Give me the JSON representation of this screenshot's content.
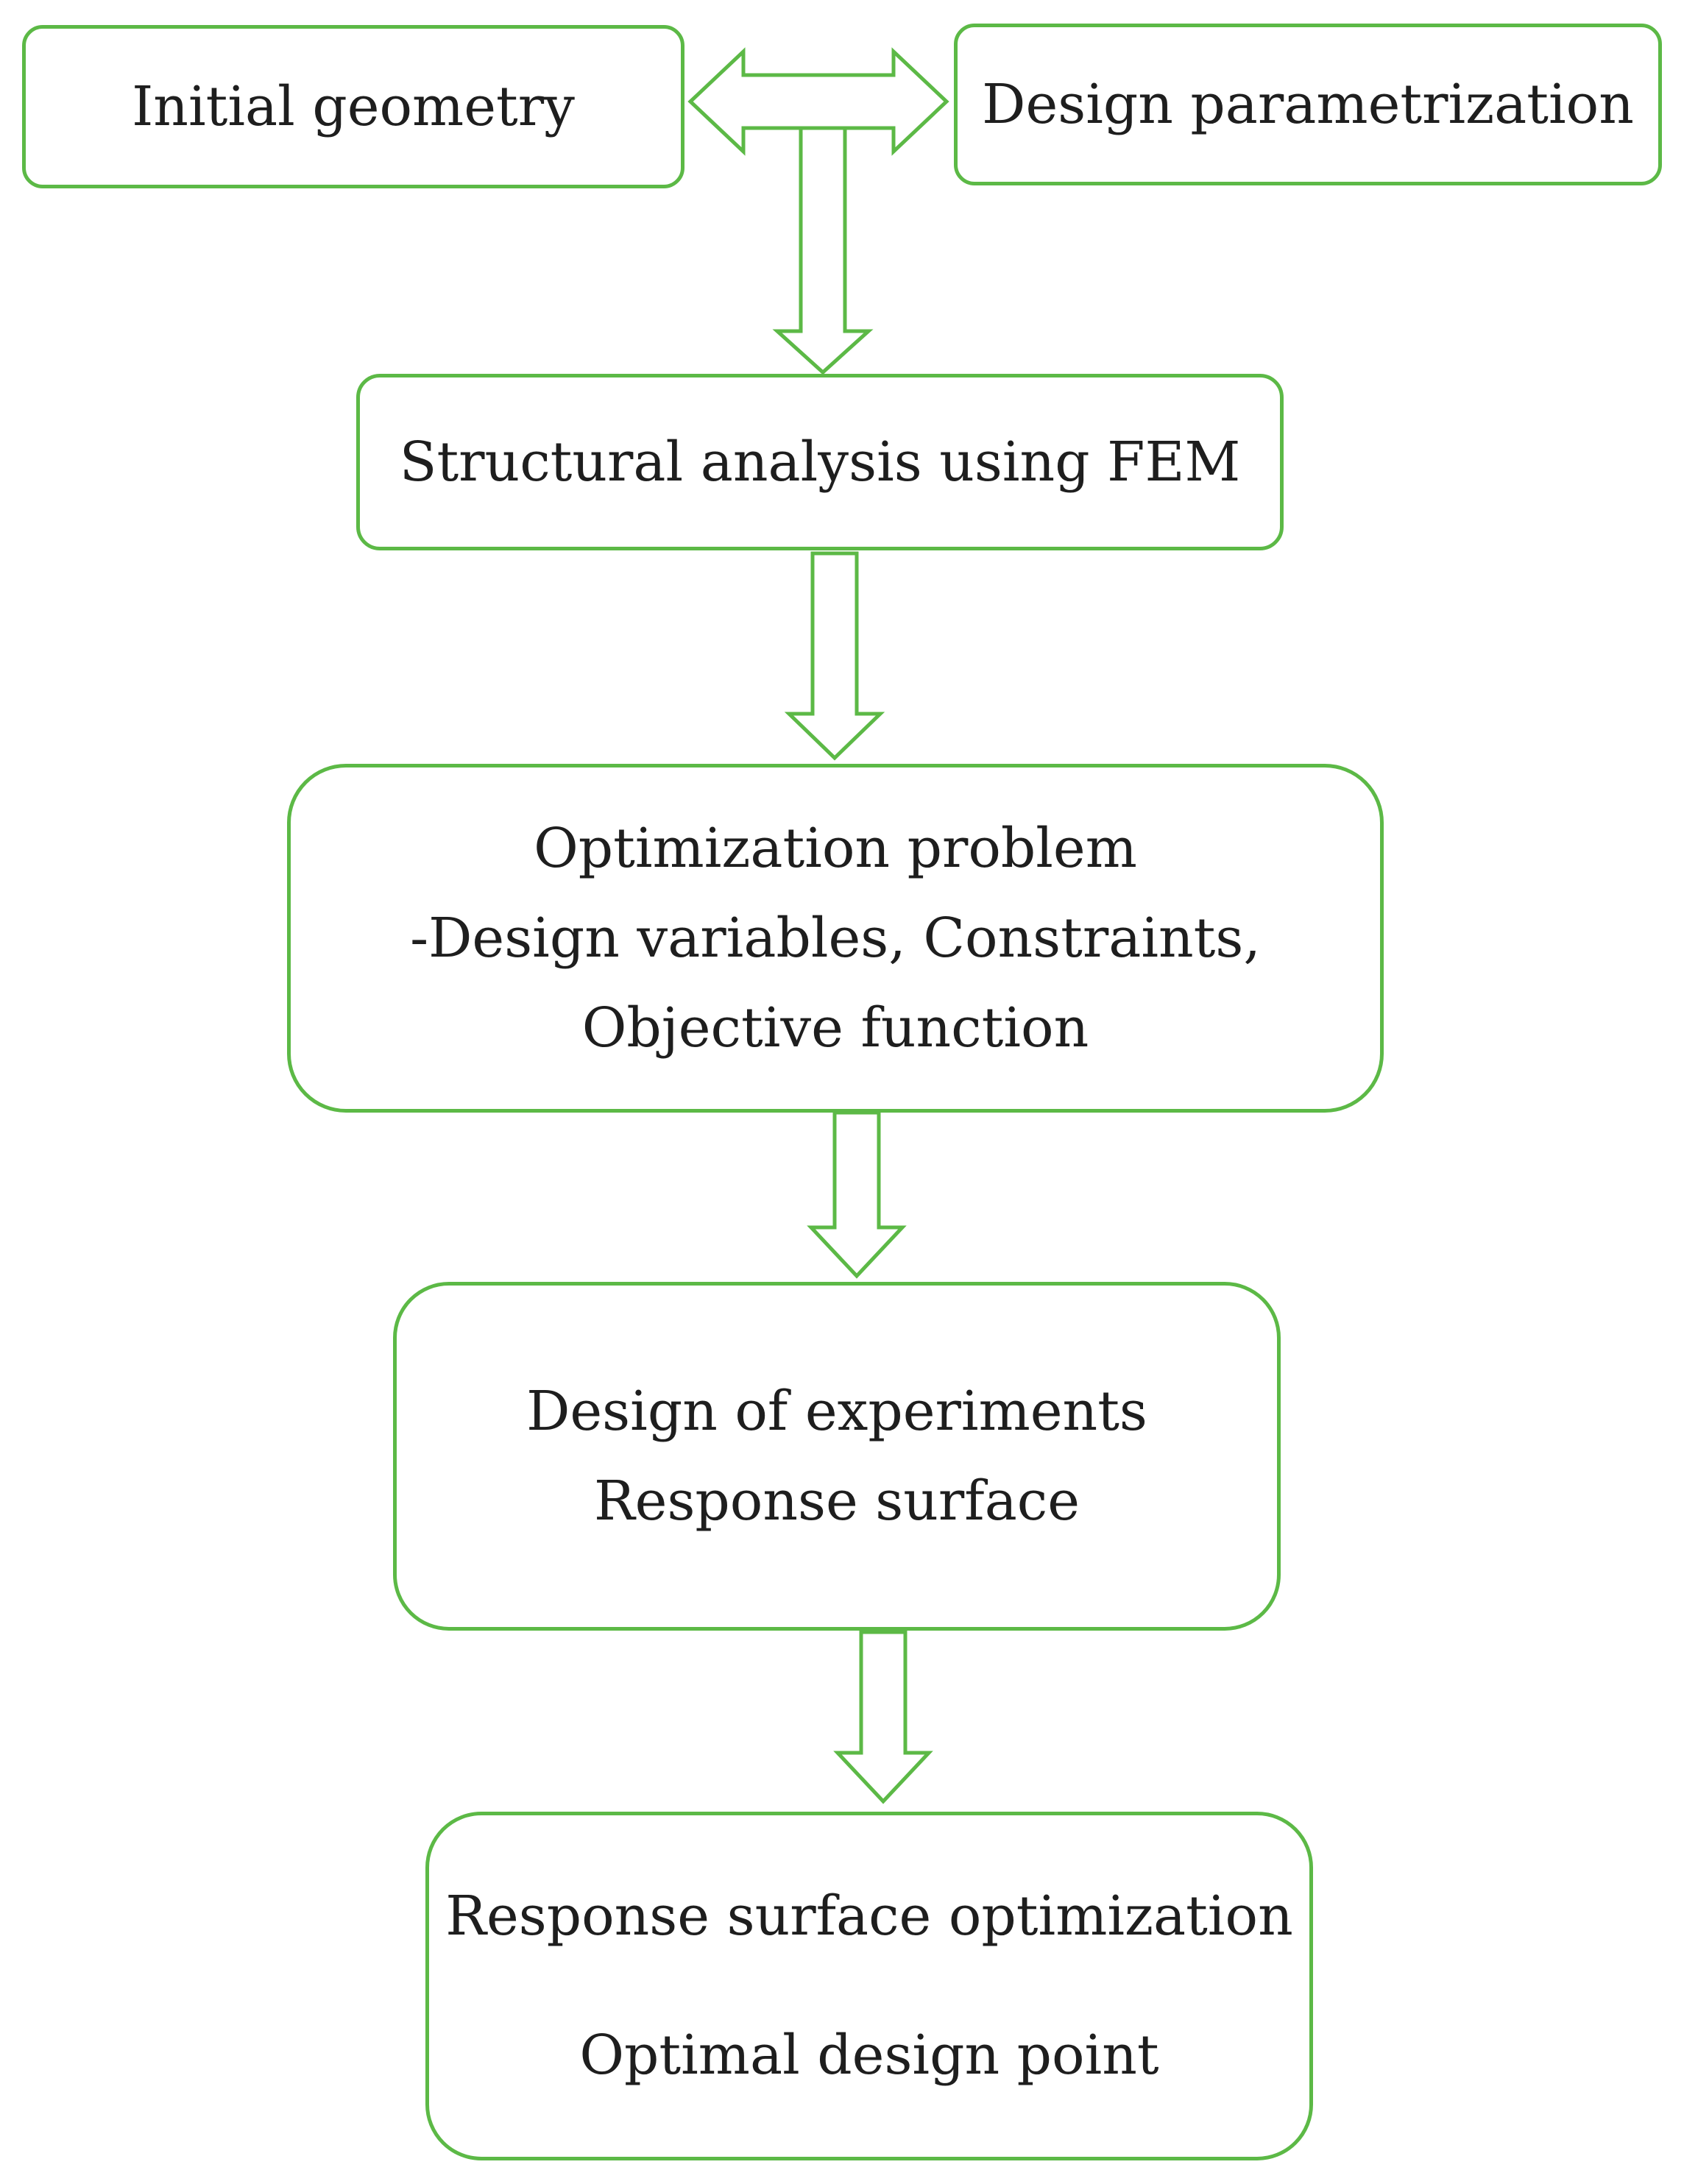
{
  "colors": {
    "outline": "#5cb946",
    "text": "#1e1e1e",
    "background": "#ffffff"
  },
  "boxes": {
    "initial_geometry": {
      "lines": [
        "Initial geometry"
      ]
    },
    "design_parametrization": {
      "lines": [
        "Design parametrization"
      ]
    },
    "structural_analysis": {
      "lines": [
        "Structural analysis using FEM"
      ]
    },
    "optimization_problem": {
      "lines": [
        "Optimization problem",
        "-Design variables, Constraints,",
        "Objective function"
      ]
    },
    "design_of_experiments": {
      "lines": [
        "Design of experiments",
        "Response surface"
      ]
    },
    "response_surface_optimization": {
      "lines": [
        "Response surface optimization",
        "Optimal design point"
      ]
    }
  },
  "connectors": [
    {
      "from": "initial_geometry",
      "to": "design_parametrization",
      "style": "double-headed hollow arrow"
    },
    {
      "from": "initial_geometry",
      "to": "structural_analysis",
      "style": "hollow down arrow"
    },
    {
      "from": "structural_analysis",
      "to": "optimization_problem",
      "style": "hollow down arrow"
    },
    {
      "from": "optimization_problem",
      "to": "design_of_experiments",
      "style": "hollow down arrow"
    },
    {
      "from": "design_of_experiments",
      "to": "response_surface_optimization",
      "style": "hollow down arrow"
    }
  ]
}
